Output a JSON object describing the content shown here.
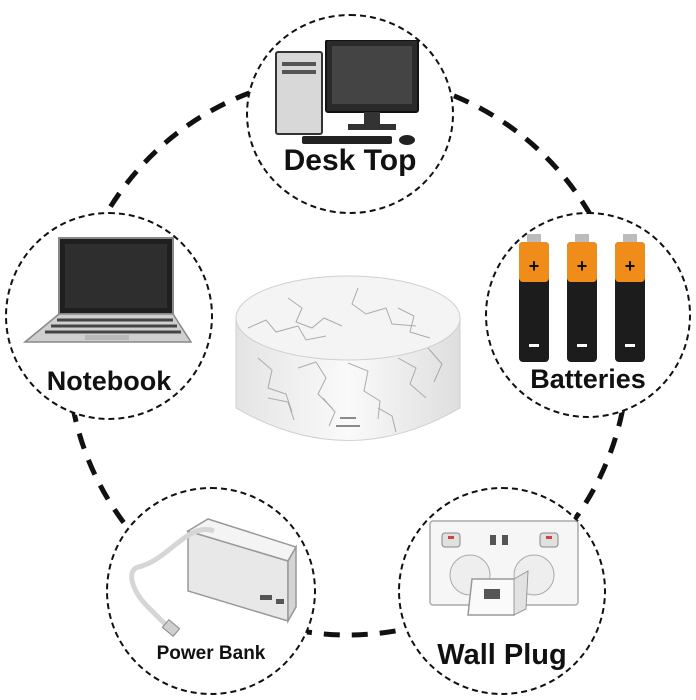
{
  "power_sources": [
    {
      "id": "desktop",
      "label": "Desk Top",
      "icon": "desktop-computer-icon"
    },
    {
      "id": "batteries",
      "label": "Batteries",
      "icon": "batteries-icon"
    },
    {
      "id": "wall_plug",
      "label": "Wall Plug",
      "icon": "wall-plug-icon"
    },
    {
      "id": "power_bank",
      "label": "Power Bank",
      "icon": "power-bank-icon"
    },
    {
      "id": "notebook",
      "label": "Notebook",
      "icon": "laptop-icon"
    }
  ],
  "center": {
    "icon": "crackle-lamp-base-icon"
  },
  "colors": {
    "dash": "#111111",
    "battery_orange": "#f08c1a",
    "battery_black": "#1c1c1c"
  }
}
